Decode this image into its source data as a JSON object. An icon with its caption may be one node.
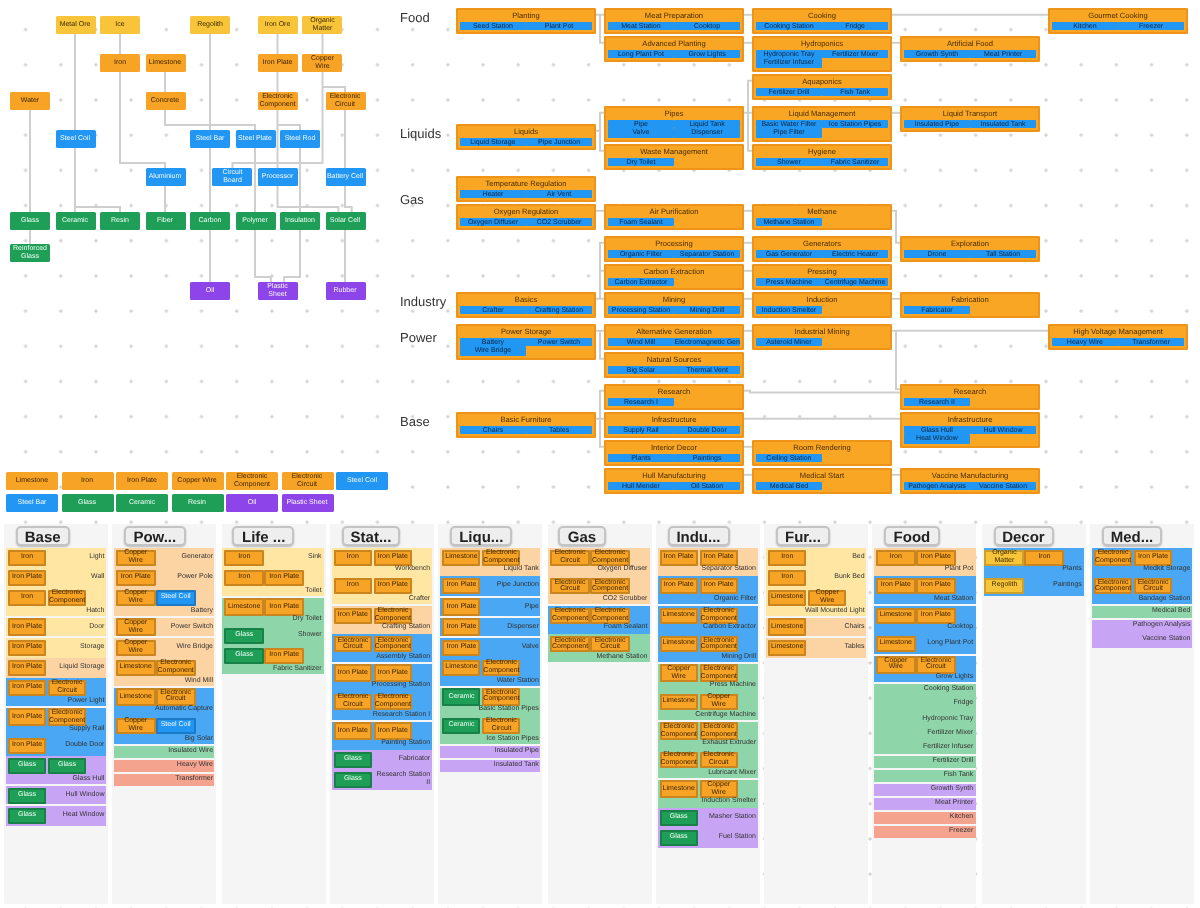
{
  "diagram": {
    "nodes": [
      {
        "text": [
          "Metal Ore"
        ]
      },
      {
        "text": [
          "Ice"
        ]
      },
      {
        "text": [
          "Regolith"
        ]
      },
      {
        "text": [
          "Iron Ore"
        ]
      },
      {
        "text": [
          "Organic Matter"
        ]
      },
      {
        "text": [
          "Iron"
        ]
      },
      {
        "text": [
          "Limestone"
        ]
      },
      {
        "text": [
          "Iron Plate"
        ]
      },
      {
        "text": [
          "Copper Wire"
        ]
      },
      {
        "text": [
          "Water"
        ]
      },
      {
        "text": [
          "Concrete"
        ]
      },
      {
        "text": [
          "Electronic Component"
        ]
      },
      {
        "text": [
          "Electronic Circuit"
        ]
      },
      {
        "text": [
          "Steel Coil"
        ]
      },
      {
        "text": [
          "Steel Bar"
        ]
      },
      {
        "text": [
          "Steel Plate"
        ]
      },
      {
        "text": [
          "Steel Rod"
        ]
      },
      {
        "text": [
          "Aluminium"
        ]
      },
      {
        "text": [
          "Circuit Board"
        ]
      },
      {
        "text": [
          "Processor"
        ]
      },
      {
        "text": [
          "Battery Cell"
        ]
      },
      {
        "text": [
          "Glass"
        ]
      },
      {
        "text": [
          "Ceramic"
        ]
      },
      {
        "text": [
          "Resin"
        ]
      },
      {
        "text": [
          "Fiber"
        ]
      },
      {
        "text": [
          "Carbon"
        ]
      },
      {
        "text": [
          "Polymer"
        ]
      },
      {
        "text": [
          "Insulation"
        ]
      },
      {
        "text": [
          "Solar Cell"
        ]
      },
      {
        "text": [
          "Reinforced Glass"
        ]
      },
      {
        "text": [
          "Oil"
        ]
      },
      {
        "text": [
          "Plastic Sheet"
        ]
      },
      {
        "text": [
          "Rubber"
        ]
      },
      {
        "text": [
          "Planting"
        ]
      },
      {
        "text": [
          "Seed Station"
        ],
        "in": 33
      },
      {
        "text": [
          "Plant Pot"
        ],
        "in": 33
      },
      {
        "text": [
          "Meat Preparation"
        ]
      },
      {
        "text": [
          "Meat Station"
        ],
        "in": 36
      },
      {
        "text": [
          "Cooktop"
        ],
        "in": 36
      },
      {
        "text": [
          "Advanced Planting"
        ]
      },
      {
        "text": [
          "Long Plant Pot"
        ],
        "in": 39
      },
      {
        "text": [
          "Grow Lights"
        ],
        "in": 39
      },
      {
        "text": [
          "Cooking"
        ]
      },
      {
        "text": [
          "Cooking Station"
        ],
        "in": 42
      },
      {
        "text": [
          "Fridge"
        ],
        "in": 42
      },
      {
        "text": [
          "Hydroponics"
        ]
      },
      {
        "text": [
          "Hydroponic Tray"
        ],
        "in": 45
      },
      {
        "text": [
          "Fertilizer Mixer"
        ],
        "in": 45
      },
      {
        "text": [
          "Fertilizer Infuser"
        ],
        "in": 45
      },
      {
        "text": [
          "Aquaponics"
        ]
      },
      {
        "text": [
          "Fertilizer Drill"
        ],
        "in": 49
      },
      {
        "text": [
          "Fish Tank"
        ],
        "in": 49
      },
      {
        "text": [
          "Artificial Food"
        ]
      },
      {
        "text": [
          "Growth Synth"
        ],
        "in": 52
      },
      {
        "text": [
          "Meat Printer"
        ],
        "in": 52
      },
      {
        "text": [
          "Gourmet Cooking"
        ]
      },
      {
        "text": [
          "Kitchen"
        ],
        "in": 55
      },
      {
        "text": [
          "Freezer"
        ],
        "in": 55
      },
      {
        "text": [
          "Liquids"
        ]
      },
      {
        "text": [
          "Liquid Storage"
        ],
        "in": 58
      },
      {
        "text": [
          "Pipe Junction"
        ],
        "in": 58
      },
      {
        "text": [
          "Pipes"
        ]
      },
      {
        "text": [
          "Pipe"
        ],
        "in": 61
      },
      {
        "text": [
          "Liquid Tank"
        ],
        "in": 61
      },
      {
        "text": [
          "Valve"
        ],
        "in": 61
      },
      {
        "text": [
          "Dispenser"
        ],
        "in": 61
      },
      {
        "text": [
          "Waste Management"
        ]
      },
      {
        "text": [
          "Dry Toilet"
        ],
        "in": 66
      },
      {
        "text": [
          "Liquid Management"
        ]
      },
      {
        "text": [
          "Basic Water Filter"
        ],
        "in": 68
      },
      {
        "text": [
          "Ice Station Pipes"
        ],
        "in": 68
      },
      {
        "text": [
          "Pipe Filter"
        ],
        "in": 68
      },
      {
        "text": [
          "Hygiene"
        ]
      },
      {
        "text": [
          "Shower"
        ],
        "in": 72
      },
      {
        "text": [
          "Fabric Sanitizer"
        ],
        "in": 72
      },
      {
        "text": [
          "Liquid Transport"
        ]
      },
      {
        "text": [
          "Insulated Pipe"
        ],
        "in": 75
      },
      {
        "text": [
          "Insulated Tank"
        ],
        "in": 75
      },
      {
        "text": [
          "Temperature Regulation"
        ]
      },
      {
        "text": [
          "Heater"
        ],
        "in": 78
      },
      {
        "text": [
          "Air Vent"
        ],
        "in": 78
      },
      {
        "text": [
          "Oxygen Regulation"
        ]
      },
      {
        "text": [
          "Oxygen Diffuser"
        ],
        "in": 81
      },
      {
        "text": [
          "CO2 Scrubber"
        ],
        "in": 81
      },
      {
        "text": [
          "Air Purification"
        ]
      },
      {
        "text": [
          "Foam Sealant"
        ],
        "in": 84
      },
      {
        "text": [
          "Methane"
        ]
      },
      {
        "text": [
          "Methane Station"
        ],
        "in": 86
      },
      {
        "text": [
          "Processing"
        ]
      },
      {
        "text": [
          "Organic Filter"
        ],
        "in": 88
      },
      {
        "text": [
          "Separator Station"
        ],
        "in": 88
      },
      {
        "text": [
          "Generators"
        ]
      },
      {
        "text": [
          "Gas Generator"
        ],
        "in": 91
      },
      {
        "text": [
          "Electric Heater"
        ],
        "in": 91
      },
      {
        "text": [
          "Exploration"
        ]
      },
      {
        "text": [
          "Drone"
        ],
        "in": 94
      },
      {
        "text": [
          "Tall Station"
        ],
        "in": 94
      },
      {
        "text": [
          "Carbon Extraction"
        ]
      },
      {
        "text": [
          "Carbon Extractor"
        ],
        "in": 97
      },
      {
        "text": [
          "Pressing"
        ]
      },
      {
        "text": [
          "Press Machine"
        ],
        "in": 99
      },
      {
        "text": [
          "Centrifuge Machine"
        ],
        "in": 99
      },
      {
        "text": [
          "Basics"
        ]
      },
      {
        "text": [
          "Crafter"
        ],
        "in": 102
      },
      {
        "text": [
          "Crafting Station"
        ],
        "in": 102
      },
      {
        "text": [
          "Mining"
        ]
      },
      {
        "text": [
          "Processing Station"
        ],
        "in": 105
      },
      {
        "text": [
          "Mining Drill"
        ],
        "in": 105
      },
      {
        "text": [
          "Induction"
        ]
      },
      {
        "text": [
          "Induction Smelter"
        ],
        "in": 108
      },
      {
        "text": [
          "Fabrication"
        ]
      },
      {
        "text": [
          "Fabricator"
        ],
        "in": 110
      },
      {
        "text": [
          "Power Storage"
        ]
      },
      {
        "text": [
          "Battery"
        ],
        "in": 112
      },
      {
        "text": [
          "Power Switch"
        ],
        "in": 112
      },
      {
        "text": [
          "Wire Bridge"
        ],
        "in": 112
      },
      {
        "text": [
          "Alternative Generation"
        ]
      },
      {
        "text": [
          "Wind Mill"
        ],
        "in": 116
      },
      {
        "text": [
          "Electromagnetic Gen"
        ],
        "in": 116
      },
      {
        "text": [
          "Natural Sources"
        ]
      },
      {
        "text": [
          "Big Solar"
        ],
        "in": 119
      },
      {
        "text": [
          "Thermal Vent"
        ],
        "in": 119
      },
      {
        "text": [
          "Industrial Mining"
        ]
      },
      {
        "text": [
          "Asteroid Miner"
        ],
        "in": 122
      },
      {
        "text": [
          "High Voltage Management"
        ]
      },
      {
        "text": [
          "Heavy Wire"
        ],
        "in": 124
      },
      {
        "text": [
          "Transformer"
        ],
        "in": 124
      },
      {
        "text": [
          "Research"
        ]
      },
      {
        "text": [
          "Research I"
        ],
        "in": 127
      },
      {
        "text": [
          "Research"
        ]
      },
      {
        "text": [
          "Research II"
        ],
        "in": 129
      },
      {
        "text": [
          "Basic Furniture"
        ]
      },
      {
        "text": [
          "Chairs"
        ],
        "in": 131
      },
      {
        "text": [
          "Tables"
        ],
        "in": 131
      },
      {
        "text": [
          "Infrastructure"
        ]
      },
      {
        "text": [
          "Supply Rail"
        ],
        "in": 134
      },
      {
        "text": [
          "Double Door"
        ],
        "in": 134
      },
      {
        "text": [
          "Infrastructure"
        ]
      },
      {
        "text": [
          "Glass Hull"
        ],
        "in": 137
      },
      {
        "text": [
          "Hull Window"
        ],
        "in": 137
      },
      {
        "text": [
          "Heat Window"
        ],
        "in": 137
      },
      {
        "text": [
          "Interior Decor"
        ]
      },
      {
        "text": [
          "Plants"
        ],
        "in": 141
      },
      {
        "text": [
          "Paintings"
        ],
        "in": 141
      },
      {
        "text": [
          "Room Rendering"
        ]
      },
      {
        "text": [
          "Ceiling Station"
        ],
        "in": 144
      },
      {
        "text": [
          "Hull Manufacturing"
        ]
      },
      {
        "text": [
          "Hull Mender"
        ],
        "in": 146
      },
      {
        "text": [
          "Oil Station"
        ],
        "in": 146
      },
      {
        "text": [
          "Medical Start"
        ]
      },
      {
        "text": [
          "Medical Bed"
        ],
        "in": 149
      },
      {
        "text": [
          "Vaccine Manufacturing"
        ]
      },
      {
        "text": [
          "Pathogen Analysis"
        ],
        "in": 151
      },
      {
        "text": [
          "Vaccine Station"
        ],
        "in": 151
      },
      {
        "text": [
          "Limestone"
        ]
      },
      {
        "text": [
          "Iron"
        ]
      },
      {
        "text": [
          "Iron Plate"
        ]
      },
      {
        "text": [
          "Copper Wire"
        ]
      },
      {
        "text": [
          "Electronic Component"
        ]
      },
      {
        "text": [
          "Electronic Circuit"
        ]
      },
      {
        "text": [
          "Steel Coil"
        ]
      },
      {
        "text": [
          "Steel Bar"
        ]
      },
      {
        "text": [
          "Glass"
        ]
      },
      {
        "text": [
          "Ceramic"
        ]
      },
      {
        "text": [
          "Resin"
        ]
      },
      {
        "text": [
          "Oil"
        ]
      },
      {
        "text": [
          "Plastic Sheet"
        ]
      },
      {
        "text": [
          "Base"
        ]
      },
      {
        "text": [
          "Light"
        ],
        "in": 167
      },
      {
        "text": [
          "Iron"
        ],
        "in": 168
      },
      {
        "text": [
          "Wall"
        ],
        "in": 167
      },
      {
        "text": [
          "Iron Plate"
        ],
        "in": 170
      },
      {
        "text": [
          "Hatch"
        ],
        "in": 167
      },
      {
        "text": [
          "Iron"
        ],
        "in": 172
      },
      {
        "text": [
          "Electronic Component"
        ],
        "in": 172
      },
      {
        "text": [
          "Door"
        ],
        "in": 167
      },
      {
        "text": [
          "Iron Plate"
        ],
        "in": 175
      },
      {
        "text": [
          "Storage"
        ],
        "in": 167
      },
      {
        "text": [
          "Iron Plate"
        ],
        "in": 177
      },
      {
        "text": [
          "Liquid Storage"
        ],
        "in": 167
      },
      {
        "text": [
          "Iron Plate"
        ],
        "in": 179
      },
      {
        "text": [
          "Power Light"
        ],
        "in": 167
      },
      {
        "text": [
          "Iron Plate"
        ],
        "in": 181
      },
      {
        "text": [
          "Electronic Circuit"
        ],
        "in": 181
      },
      {
        "text": [
          "Supply Rail"
        ],
        "in": 167
      },
      {
        "text": [
          "Iron Plate"
        ],
        "in": 184
      },
      {
        "text": [
          "Electronic Component"
        ],
        "in": 184
      },
      {
        "text": [
          "Double Door"
        ],
        "in": 167
      },
      {
        "text": [
          "Iron Plate"
        ],
        "in": 187
      },
      {
        "text": [
          "Glass Hull"
        ],
        "in": 167
      },
      {
        "text": [
          "Glass"
        ],
        "in": 189
      },
      {
        "text": [
          "Glass"
        ],
        "in": 189
      },
      {
        "text": [
          "Hull Window"
        ],
        "in": 167
      },
      {
        "text": [
          "Glass"
        ],
        "in": 192
      },
      {
        "text": [
          "Heat Window"
        ],
        "in": 167
      },
      {
        "text": [
          "Glass"
        ],
        "in": 194
      },
      {
        "text": [
          "Pow..."
        ]
      },
      {
        "text": [
          "Generator"
        ],
        "in": 196
      },
      {
        "text": [
          "Copper Wire"
        ],
        "in": 197
      },
      {
        "text": [
          "Power Pole"
        ],
        "in": 196
      },
      {
        "text": [
          "Iron Plate"
        ],
        "in": 199
      },
      {
        "text": [
          "Battery"
        ],
        "in": 196
      },
      {
        "text": [
          "Copper Wire"
        ],
        "in": 201
      },
      {
        "text": [
          "Steel Coil"
        ],
        "in": 201
      },
      {
        "text": [
          "Power Switch"
        ],
        "in": 196
      },
      {
        "text": [
          "Copper Wire"
        ],
        "in": 204
      },
      {
        "text": [
          "Wire Bridge"
        ],
        "in": 196
      },
      {
        "text": [
          "Copper Wire"
        ],
        "in": 206
      },
      {
        "text": [
          "Wind Mill"
        ],
        "in": 196
      },
      {
        "text": [
          "Limestone"
        ],
        "in": 208
      },
      {
        "text": [
          "Electronic Component"
        ],
        "in": 208
      },
      {
        "text": [
          "Automatic Capture"
        ],
        "in": 196
      },
      {
        "text": [
          "Limestone"
        ],
        "in": 211
      },
      {
        "text": [
          "Electronic Circuit"
        ],
        "in": 211
      },
      {
        "text": [
          "Big Solar"
        ],
        "in": 196
      },
      {
        "text": [
          "Copper Wire"
        ],
        "in": 214
      },
      {
        "text": [
          "Steel Coil"
        ],
        "in": 214
      },
      {
        "text": [
          "Insulated Wire"
        ],
        "in": 196
      },
      {
        "text": [
          "Heavy Wire"
        ],
        "in": 196
      },
      {
        "text": [
          "Transformer"
        ],
        "in": 196
      },
      {
        "text": [
          "Life ..."
        ]
      },
      {
        "text": [
          "Sink"
        ],
        "in": 220
      },
      {
        "text": [
          "Iron"
        ],
        "in": 221
      },
      {
        "text": [
          "Toilet"
        ],
        "in": 220
      },
      {
        "text": [
          "Iron"
        ],
        "in": 223
      },
      {
        "text": [
          "Iron Plate"
        ],
        "in": 223
      },
      {
        "text": [
          "Dry Toilet"
        ],
        "in": 220
      },
      {
        "text": [
          "Limestone"
        ],
        "in": 226
      },
      {
        "text": [
          "Iron Plate"
        ],
        "in": 226
      },
      {
        "text": [
          "Shower"
        ],
        "in": 220
      },
      {
        "text": [
          "Glass"
        ],
        "in": 229
      },
      {
        "text": [
          "Fabric Sanitizer"
        ],
        "in": 220
      },
      {
        "text": [
          "Glass"
        ],
        "in": 231
      },
      {
        "text": [
          "Iron Plate"
        ],
        "in": 231
      },
      {
        "text": [
          "Stat..."
        ]
      },
      {
        "text": [
          "Workbench"
        ],
        "in": 234
      },
      {
        "text": [
          "Iron"
        ],
        "in": 235
      },
      {
        "text": [
          "Iron Plate"
        ],
        "in": 235
      },
      {
        "text": [
          "Crafter"
        ],
        "in": 234
      },
      {
        "text": [
          "Iron"
        ],
        "in": 238
      },
      {
        "text": [
          "Iron Plate"
        ],
        "in": 238
      },
      {
        "text": [
          "Crafting Station"
        ],
        "in": 234
      },
      {
        "text": [
          "Iron Plate"
        ],
        "in": 241
      },
      {
        "text": [
          "Electronic Component"
        ],
        "in": 241
      },
      {
        "text": [
          "Assembly Station"
        ],
        "in": 234
      },
      {
        "text": [
          "Electronic Circuit"
        ],
        "in": 244
      },
      {
        "text": [
          "Electronic Component"
        ],
        "in": 244
      },
      {
        "text": [
          "Processing Station"
        ],
        "in": 234
      },
      {
        "text": [
          "Iron Plate"
        ],
        "in": 247
      },
      {
        "text": [
          "Iron Plate"
        ],
        "in": 247
      },
      {
        "text": [
          "Research Station I"
        ],
        "in": 234
      },
      {
        "text": [
          "Electronic Circuit"
        ],
        "in": 250
      },
      {
        "text": [
          "Electronic Component"
        ],
        "in": 250
      },
      {
        "text": [
          "Painting Station"
        ],
        "in": 234
      },
      {
        "text": [
          "Iron Plate"
        ],
        "in": 253
      },
      {
        "text": [
          "Iron Plate"
        ],
        "in": 253
      },
      {
        "text": [
          "Fabricator"
        ],
        "in": 234
      },
      {
        "text": [
          "Glass"
        ],
        "in": 256
      },
      {
        "text": [
          "Research Station II"
        ],
        "in": 234
      },
      {
        "text": [
          "Glass"
        ],
        "in": 258
      },
      {
        "text": [
          "Liqu..."
        ]
      },
      {
        "text": [
          "Liquid Tank"
        ],
        "in": 260
      },
      {
        "text": [
          "Limestone"
        ],
        "in": 261
      },
      {
        "text": [
          "Electronic Component"
        ],
        "in": 261
      },
      {
        "text": [
          "Pipe Junction"
        ],
        "in": 260
      },
      {
        "text": [
          "Iron Plate"
        ],
        "in": 264
      },
      {
        "text": [
          "Pipe"
        ],
        "in": 260
      },
      {
        "text": [
          "Iron Plate"
        ],
        "in": 266
      },
      {
        "text": [
          "Dispenser"
        ],
        "in": 260
      },
      {
        "text": [
          "Iron Plate"
        ],
        "in": 268
      },
      {
        "text": [
          "Valve"
        ],
        "in": 260
      },
      {
        "text": [
          "Iron Plate"
        ],
        "in": 270
      },
      {
        "text": [
          "Water Station"
        ],
        "in": 260
      },
      {
        "text": [
          "Limestone"
        ],
        "in": 272
      },
      {
        "text": [
          "Electronic Component"
        ],
        "in": 272
      },
      {
        "text": [
          "Basic Station Pipes"
        ],
        "in": 260
      },
      {
        "text": [
          "Ceramic"
        ],
        "in": 275
      },
      {
        "text": [
          "Electronic Component"
        ],
        "in": 275
      },
      {
        "text": [
          "Ice Station Pipes"
        ],
        "in": 260
      },
      {
        "text": [
          "Ceramic"
        ],
        "in": 278
      },
      {
        "text": [
          "Electronic Circuit"
        ],
        "in": 278
      },
      {
        "text": [
          "Insulated Pipe"
        ],
        "in": 260
      },
      {
        "text": [
          "Insulated Tank"
        ],
        "in": 260
      },
      {
        "text": [
          "Gas"
        ]
      },
      {
        "text": [
          "Oxygen Diffuser"
        ],
        "in": 283
      },
      {
        "text": [
          "Electronic Circuit"
        ],
        "in": 284
      },
      {
        "text": [
          "Electronic Component"
        ],
        "in": 284
      },
      {
        "text": [
          "CO2 Scrubber"
        ],
        "in": 283
      },
      {
        "text": [
          "Electronic Circuit"
        ],
        "in": 287
      },
      {
        "text": [
          "Electronic Component"
        ],
        "in": 287
      },
      {
        "text": [
          "Foam Sealant"
        ],
        "in": 283
      },
      {
        "text": [
          "Electronic Component"
        ],
        "in": 290
      },
      {
        "text": [
          "Electronic Component"
        ],
        "in": 290
      },
      {
        "text": [
          "Methane Station"
        ],
        "in": 283
      },
      {
        "text": [
          "Electronic Component"
        ],
        "in": 293
      },
      {
        "text": [
          "Electronic Circuit"
        ],
        "in": 293
      },
      {
        "text": [
          "Indu..."
        ]
      },
      {
        "text": [
          "Separator Station"
        ],
        "in": 296
      },
      {
        "text": [
          "Iron Plate"
        ],
        "in": 297
      },
      {
        "text": [
          "Iron Plate"
        ],
        "in": 297
      },
      {
        "text": [
          "Organic Filter"
        ],
        "in": 296
      },
      {
        "text": [
          "Iron Plate"
        ],
        "in": 300
      },
      {
        "text": [
          "Iron Plate"
        ],
        "in": 300
      },
      {
        "text": [
          "Carbon Extractor"
        ],
        "in": 296
      },
      {
        "text": [
          "Limestone"
        ],
        "in": 303
      },
      {
        "text": [
          "Electronic Component"
        ],
        "in": 303
      },
      {
        "text": [
          "Mining Drill"
        ],
        "in": 296
      },
      {
        "text": [
          "Limestone"
        ],
        "in": 306
      },
      {
        "text": [
          "Electronic Component"
        ],
        "in": 306
      },
      {
        "text": [
          "Press Machine"
        ],
        "in": 296
      },
      {
        "text": [
          "Copper Wire"
        ],
        "in": 309
      },
      {
        "text": [
          "Electronic Component"
        ],
        "in": 309
      },
      {
        "text": [
          "Centrifuge Machine"
        ],
        "in": 296
      },
      {
        "text": [
          "Limestone"
        ],
        "in": 312
      },
      {
        "text": [
          "Copper Wire"
        ],
        "in": 312
      },
      {
        "text": [
          "Exhaust Extruder"
        ],
        "in": 296
      },
      {
        "text": [
          "Electronic Component"
        ],
        "in": 315
      },
      {
        "text": [
          "Electronic Component"
        ],
        "in": 315
      },
      {
        "text": [
          "Lubricant Mixer"
        ],
        "in": 296
      },
      {
        "text": [
          "Electronic Component"
        ],
        "in": 318
      },
      {
        "text": [
          "Electronic Circuit"
        ],
        "in": 318
      },
      {
        "text": [
          "Induction Smelter"
        ],
        "in": 296
      },
      {
        "text": [
          "Limestone"
        ],
        "in": 321
      },
      {
        "text": [
          "Copper Wire"
        ],
        "in": 321
      },
      {
        "text": [
          "Masher Station"
        ],
        "in": 296
      },
      {
        "text": [
          "Glass"
        ],
        "in": 324
      },
      {
        "text": [
          "Fuel Station"
        ],
        "in": 296
      },
      {
        "text": [
          "Glass"
        ],
        "in": 326
      },
      {
        "text": [
          "Fur..."
        ]
      },
      {
        "text": [
          "Bed"
        ],
        "in": 328
      },
      {
        "text": [
          "Iron"
        ],
        "in": 329
      },
      {
        "text": [
          "Bunk Bed"
        ],
        "in": 328
      },
      {
        "text": [
          "Iron"
        ],
        "in": 331
      },
      {
        "text": [
          "Wall Mounted Light"
        ],
        "in": 328
      },
      {
        "text": [
          "Limestone"
        ],
        "in": 333
      },
      {
        "text": [
          "Copper Wire"
        ],
        "in": 333
      },
      {
        "text": [
          "Chairs"
        ],
        "in": 328
      },
      {
        "text": [
          "Limestone"
        ],
        "in": 336
      },
      {
        "text": [
          "Tables"
        ],
        "in": 328
      },
      {
        "text": [
          "Limestone"
        ],
        "in": 338
      },
      {
        "text": [
          "Food"
        ]
      },
      {
        "text": [
          "Plant Pot"
        ],
        "in": 340
      },
      {
        "text": [
          "Iron"
        ],
        "in": 341
      },
      {
        "text": [
          "Iron Plate"
        ],
        "in": 341
      },
      {
        "text": [
          "Meat Station"
        ],
        "in": 340
      },
      {
        "text": [
          "Iron Plate"
        ],
        "in": 344
      },
      {
        "text": [
          "Iron Plate"
        ],
        "in": 344
      },
      {
        "text": [
          "Cooktop"
        ],
        "in": 340
      },
      {
        "text": [
          "Limestone"
        ],
        "in": 347
      },
      {
        "text": [
          "Iron Plate"
        ],
        "in": 347
      },
      {
        "text": [
          "Long Plant Pot"
        ],
        "in": 340
      },
      {
        "text": [
          "Limestone"
        ],
        "in": 350
      },
      {
        "text": [
          "Grow Lights"
        ],
        "in": 340
      },
      {
        "text": [
          "Copper Wire"
        ],
        "in": 352
      },
      {
        "text": [
          "Electronic Circuit"
        ],
        "in": 352
      },
      {
        "text": [
          "Cooking Station"
        ],
        "in": 340
      },
      {
        "text": [
          "Fridge"
        ],
        "in": 340
      },
      {
        "text": [
          "Hydroponic Tray"
        ],
        "in": 340
      },
      {
        "text": [
          "Fertilizer Mixer"
        ],
        "in": 340
      },
      {
        "text": [
          "Fertilizer Infuser"
        ],
        "in": 340
      },
      {
        "text": [
          "Fertilizer Drill"
        ],
        "in": 340
      },
      {
        "text": [
          "Fish Tank"
        ],
        "in": 340
      },
      {
        "text": [
          "Growth Synth"
        ],
        "in": 340
      },
      {
        "text": [
          "Meat Printer"
        ],
        "in": 340
      },
      {
        "text": [
          "Kitchen"
        ],
        "in": 340
      },
      {
        "text": [
          "Freezer"
        ],
        "in": 340
      },
      {
        "text": [
          "Decor"
        ]
      },
      {
        "text": [
          "Plants"
        ],
        "in": 366
      },
      {
        "text": [
          "Organic Matter"
        ],
        "in": 367
      },
      {
        "text": [
          "Iron"
        ],
        "in": 367
      },
      {
        "text": [
          "Paintings"
        ],
        "in": 366
      },
      {
        "text": [
          "Regolith"
        ],
        "in": 370
      },
      {
        "text": [
          "Med..."
        ]
      },
      {
        "text": [
          "Medkit Storage"
        ],
        "in": 372
      },
      {
        "text": [
          "Electronic Component"
        ],
        "in": 373
      },
      {
        "text": [
          "Iron Plate"
        ],
        "in": 373
      },
      {
        "text": [
          "Bandage Station"
        ],
        "in": 372
      },
      {
        "text": [
          "Electronic Component"
        ],
        "in": 376
      },
      {
        "text": [
          "Electronic Circuit"
        ],
        "in": 376
      },
      {
        "text": [
          "Medical Bed"
        ],
        "in": 372
      },
      {
        "text": [
          "Pathogen Analysis"
        ],
        "in": 372
      },
      {
        "text": [
          "Vaccine Station"
        ],
        "in": 372
      }
    ],
    "edges": [
      {
        "from": 0,
        "to": 13,
        "arrow": "none"
      },
      {
        "from": 1,
        "to": 5,
        "arrow": "none"
      },
      {
        "from": 2,
        "to": 14,
        "arrow": "none"
      },
      {
        "from": 5,
        "to": 17,
        "arrow": "none"
      },
      {
        "from": 6,
        "to": 10,
        "arrow": "none"
      },
      {
        "from": 10,
        "to": 15,
        "arrow": "none"
      },
      {
        "from": 3,
        "to": 7,
        "arrow": "none"
      },
      {
        "from": 4,
        "to": 8,
        "arrow": "none"
      },
      {
        "from": 7,
        "to": 11,
        "arrow": "none"
      },
      {
        "from": 8,
        "to": 12,
        "arrow": "none"
      },
      {
        "from": 11,
        "to": 18,
        "arrow": "none"
      },
      {
        "from": 11,
        "to": 16,
        "arrow": "none"
      },
      {
        "from": 12,
        "to": 20,
        "arrow": "none"
      },
      {
        "from": 8,
        "to": 19,
        "arrow": "none"
      },
      {
        "from": 9,
        "to": 21,
        "arrow": "none"
      },
      {
        "from": 13,
        "to": 22,
        "arrow": "none"
      },
      {
        "from": 13,
        "to": 23,
        "arrow": "none"
      },
      {
        "from": 17,
        "to": 24,
        "arrow": "none"
      },
      {
        "from": 14,
        "to": 25,
        "arrow": "none"
      },
      {
        "from": 15,
        "to": 26,
        "arrow": "none"
      },
      {
        "from": 16,
        "to": 27,
        "arrow": "none"
      },
      {
        "from": 19,
        "to": 28,
        "arrow": "none"
      },
      {
        "from": 20,
        "to": 28,
        "arrow": "none"
      },
      {
        "from": 21,
        "to": 29,
        "arrow": "none"
      },
      {
        "from": 25,
        "to": 30,
        "arrow": "none"
      },
      {
        "from": 26,
        "to": 31,
        "arrow": "none"
      },
      {
        "from": 27,
        "to": 31,
        "arrow": "none"
      },
      {
        "from": 28,
        "to": 32,
        "arrow": "none"
      },
      {
        "from": 33,
        "to": 36,
        "arrow": "none"
      },
      {
        "from": 33,
        "to": 39,
        "arrow": "none"
      },
      {
        "from": 36,
        "to": 42,
        "arrow": "none"
      },
      {
        "from": 39,
        "to": 45,
        "arrow": "none"
      },
      {
        "from": 42,
        "to": 55,
        "arrow": "none"
      },
      {
        "from": 45,
        "to": 52,
        "arrow": "none"
      },
      {
        "from": 61,
        "to": 49,
        "arrow": "none"
      },
      {
        "from": 58,
        "to": 61,
        "arrow": "none"
      },
      {
        "from": 58,
        "to": 66,
        "arrow": "none"
      },
      {
        "from": 61,
        "to": 68,
        "arrow": "none"
      },
      {
        "from": 61,
        "to": 72,
        "arrow": "none"
      },
      {
        "from": 68,
        "to": 75,
        "arrow": "none"
      },
      {
        "from": 81,
        "to": 84,
        "arrow": "none"
      },
      {
        "from": 84,
        "to": 86,
        "arrow": "none"
      },
      {
        "from": 86,
        "to": 94,
        "arrow": "none"
      },
      {
        "from": 102,
        "to": 88,
        "arrow": "none"
      },
      {
        "from": 102,
        "to": 97,
        "arrow": "none"
      },
      {
        "from": 102,
        "to": 105,
        "arrow": "none"
      },
      {
        "from": 88,
        "to": 91,
        "arrow": "none"
      },
      {
        "from": 97,
        "to": 99,
        "arrow": "none"
      },
      {
        "from": 105,
        "to": 108,
        "arrow": "none"
      },
      {
        "from": 108,
        "to": 110,
        "arrow": "none"
      },
      {
        "from": 112,
        "to": 116,
        "arrow": "none"
      },
      {
        "from": 112,
        "to": 119,
        "arrow": "none"
      },
      {
        "from": 116,
        "to": 122,
        "arrow": "none"
      },
      {
        "from": 122,
        "to": 124,
        "arrow": "none"
      },
      {
        "from": 122,
        "to": 129,
        "arrow": "none"
      },
      {
        "from": 131,
        "to": 127,
        "arrow": "none"
      },
      {
        "from": 131,
        "to": 134,
        "arrow": "none"
      },
      {
        "from": 131,
        "to": 141,
        "arrow": "none"
      },
      {
        "from": 127,
        "to": 129,
        "arrow": "none"
      },
      {
        "from": 134,
        "to": 137,
        "arrow": "none"
      },
      {
        "from": 141,
        "to": 144,
        "arrow": "none"
      },
      {
        "from": 146,
        "to": 149,
        "arrow": "none"
      },
      {
        "from": 149,
        "to": 151,
        "arrow": "none"
      }
    ],
    "labels": [
      "Food",
      "Liquids",
      "Gas",
      "Industry",
      "Power",
      "Base"
    ]
  }
}
